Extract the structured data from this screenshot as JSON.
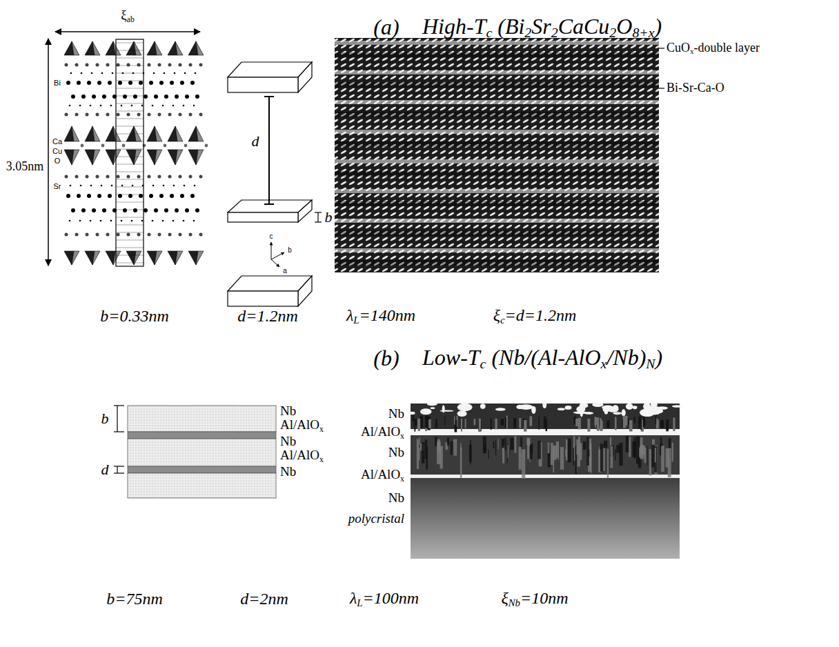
{
  "diagram": {
    "labels": [
      "(a)",
      "High-Tc (Bi2Sr2CaCu2O8+x)",
      "ξab",
      "3.05nm",
      "Bi",
      "Ca",
      "Cu",
      "O",
      "Sr",
      "d",
      "b",
      "c",
      "b",
      "a",
      "CuOx-double layer",
      "Bi-Sr-Ca-O",
      "b=0.33nm",
      "d=1.2nm",
      "λL=140nm",
      "ξc=d=1.2nm",
      "(b)",
      "Low-Tc (Nb/(Al-AlOx/Nb)N)",
      "b",
      "Nb",
      "Al/AlOx",
      "Nb",
      "d",
      "Al/AlOx",
      "Nb",
      "Nb",
      "Al/AlOx",
      "Nb",
      "Al/AlOx",
      "Nb",
      "polycristal",
      "b=75nm",
      "d=2nm",
      "λL=100nm",
      "ξNb=10nm"
    ]
  }
}
